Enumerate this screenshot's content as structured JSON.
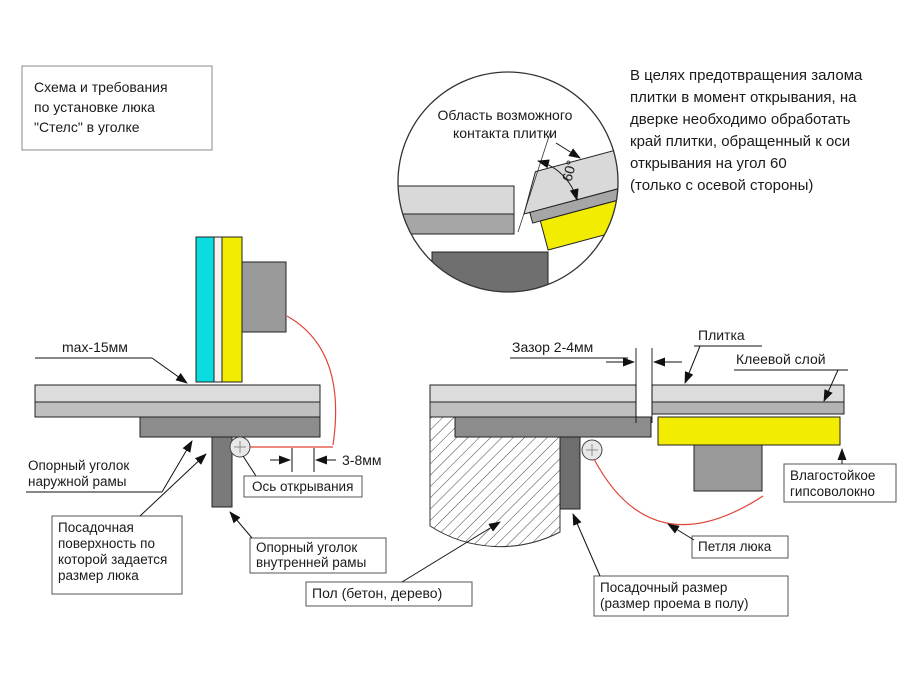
{
  "colors": {
    "tile_cyan": "#0adde0",
    "gypsum_yellow": "#f2ec00",
    "red_accent": "#e04438"
  },
  "title_box": {
    "lines": [
      "Схема и требования",
      "по установке люка",
      "\"Стелс\" в уголке"
    ]
  },
  "note": {
    "lines": [
      "В целях предотвращения залома",
      "плитки в момент открывания, на",
      "дверке необходимо обработать",
      "край плитки, обращенный к оси",
      "открывания на угол 60",
      "(только с осевой стороны)"
    ]
  },
  "detail": {
    "label_lines": [
      "Область возможного",
      "контакта плитки"
    ],
    "angle": "60°"
  },
  "left": {
    "max_label": "max-15мм",
    "outer_corner_lines": [
      "Опорный уголок",
      "наружной рамы"
    ],
    "seating_lines": [
      "Посадочная",
      "поверхность по",
      "которой задается",
      "размер люка"
    ],
    "axis_label": "Ось открывания",
    "gap_label": "3-8мм",
    "inner_corner_lines": [
      "Опорный уголок",
      "внутренней рамы"
    ]
  },
  "right": {
    "gap_label": "Зазор 2-4мм",
    "tile_label": "Плитка",
    "glue_label": "Клеевой слой",
    "gypsum_lines": [
      "Влагостойкое",
      "гипсоволокно"
    ],
    "hinge_label": "Петля люка",
    "floor_label": "Пол (бетон, дерево)",
    "seat_lines": [
      "Посадочный размер",
      "(размер проема в полу)"
    ]
  }
}
